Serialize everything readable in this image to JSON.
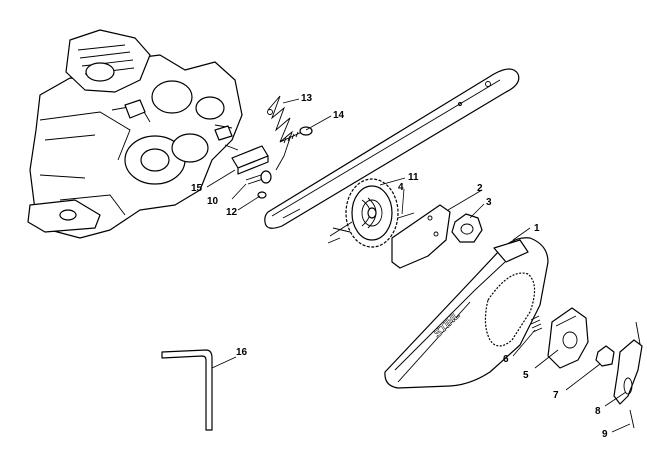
{
  "brand_mark": "STIHL",
  "callouts": [
    "1",
    "2",
    "3",
    "4",
    "5",
    "6",
    "7",
    "8",
    "9",
    "10",
    "11",
    "12",
    "13",
    "14",
    "15",
    "16"
  ],
  "colors": {
    "line": "#000000",
    "background": "#ffffff",
    "shade": "#cfcfcf"
  }
}
